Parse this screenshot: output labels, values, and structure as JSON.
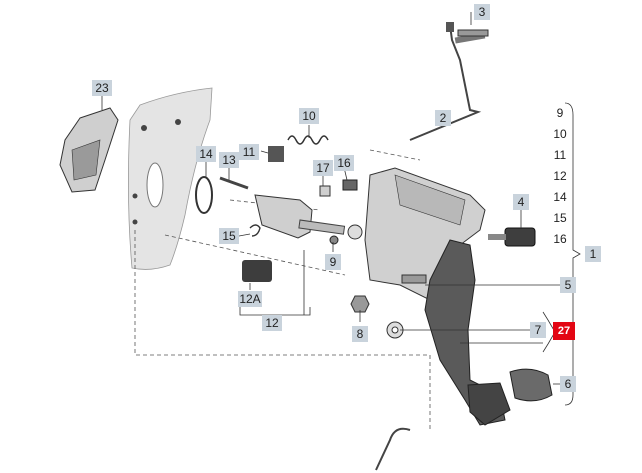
{
  "callouts": {
    "c1": "1",
    "c2": "2",
    "c3": "3",
    "c4": "4",
    "c5": "5",
    "c6": "6",
    "c7": "7",
    "c8": "8",
    "c9": "9",
    "c10": "10",
    "c11": "11",
    "c12": "12",
    "c12a": "12A",
    "c13": "13",
    "c14": "14",
    "c15": "15",
    "c16": "16",
    "c17": "17",
    "c23": "23"
  },
  "group_list": [
    "9",
    "10",
    "11",
    "12",
    "14",
    "15",
    "16"
  ],
  "highlight": {
    "label": "27",
    "color": "#e30613"
  },
  "colors": {
    "label_box": "#c9d3dc",
    "part_fill": "#d9d9d9",
    "part_dark": "#555555",
    "panel": "#e4e4e4"
  }
}
